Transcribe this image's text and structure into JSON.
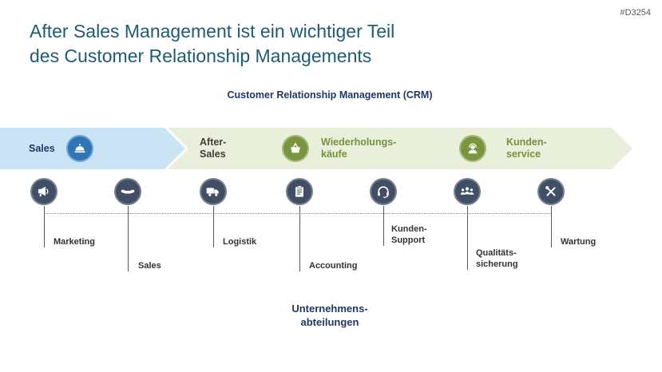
{
  "slide": {
    "id": "#D3254"
  },
  "title": {
    "line1": "After Sales Management ist ein wichtiger Teil",
    "line2": "des Customer Relationship Managements"
  },
  "crm_header": {
    "line1": "Customer Relationship",
    "line2": "Management (CRM)"
  },
  "process_band": {
    "steps": [
      {
        "line1": "Sales",
        "icon": "service-bell-icon"
      },
      {
        "line1": "After-",
        "line2": "Sales"
      },
      {
        "line1": "Wiederholungs-",
        "line2": "käufe",
        "icon": "repeat-purchase-icon"
      },
      {
        "line1": "Kunden-",
        "line2": "service",
        "icon": "customer-service-icon"
      }
    ]
  },
  "departments": {
    "items": [
      {
        "line1": "Marketing",
        "icon": "megaphone-icon"
      },
      {
        "line1": "Sales",
        "icon": "handshake-icon"
      },
      {
        "line1": "Logistik",
        "icon": "truck-icon"
      },
      {
        "line1": "Accounting",
        "icon": "clipboard-icon"
      },
      {
        "line1": "Kunden-",
        "line2": "Support",
        "icon": "headset-icon"
      },
      {
        "line1": "Qualitäts-",
        "line2": "sicherung",
        "icon": "team-icon"
      },
      {
        "line1": "Wartung",
        "icon": "tools-icon"
      }
    ],
    "footer": {
      "line1": "Unternehmens-",
      "line2": "abteilungen"
    }
  },
  "colors": {
    "title_teal": "#1c5c74",
    "navy": "#1f3864",
    "green_text": "#76923c",
    "blue_band": "#cbe4f5",
    "green_band": "#e9efda",
    "blue_icon": "#2e75b6",
    "green_icon": "#79953e",
    "dark_icon": "#414f66"
  }
}
